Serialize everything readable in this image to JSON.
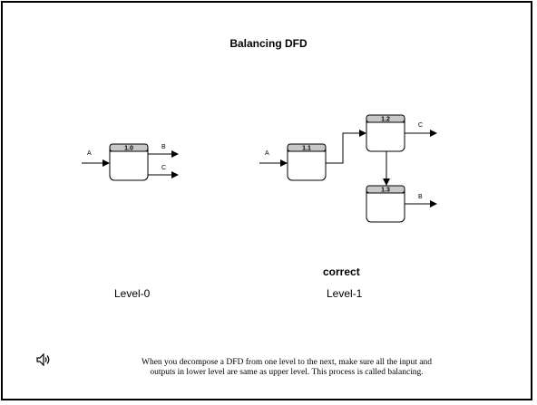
{
  "title": "Balancing DFD",
  "level0": {
    "label": "Level-0",
    "process_id": "1.0",
    "flows": {
      "input": "A",
      "output1": "B",
      "output2": "C"
    }
  },
  "level1": {
    "status": "correct",
    "label": "Level-1",
    "processes": [
      "1.1",
      "1.2",
      "1.3"
    ],
    "flows": {
      "input": "A",
      "out_c": "C",
      "out_b": "B"
    }
  },
  "caption": {
    "line1": "When you decompose a DFD from one level to the next, make sure all the input and",
    "line2": "outputs in lower level are same as upper level. This process is called balancing."
  },
  "speaker_icon": "speaker-icon"
}
